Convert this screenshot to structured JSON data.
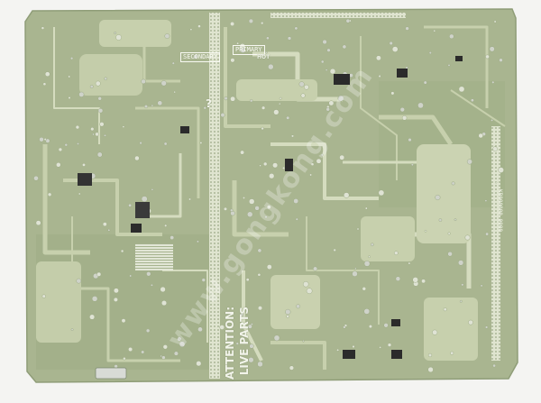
{
  "photo": {
    "subject": "circuit-board-underside",
    "colors": {
      "background": "#f4f4f2",
      "board": "#a9b590",
      "board_dark": "#93a27a",
      "trace": "#c7d0ad",
      "trace_light": "#d5dcbf",
      "pad": "#dfe3d4",
      "solder": "#cfd3c9",
      "component": "#2b2b2b",
      "silkscreen": "#f2f4ea"
    }
  },
  "silkscreen": {
    "primary_label": "PRIMARY",
    "secondary_label": "SECONDARY",
    "hot_label": "HOT",
    "attention_line1": "ATTENTION:",
    "attention_line2": "LIVE PARTS",
    "question_mark": "?",
    "edge_code": "KB000000-0000"
  },
  "watermark": {
    "text": "www.gongkong.com"
  }
}
